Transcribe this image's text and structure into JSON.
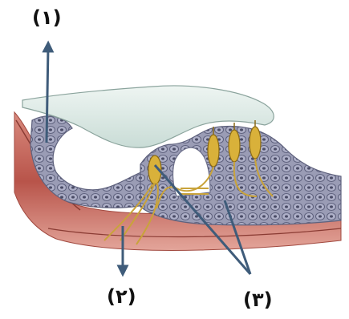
{
  "labels": {
    "one": "(۱)",
    "two": "(۲)",
    "three": "(۳)"
  },
  "colors": {
    "tectorial_membrane": "#dbe8e4",
    "basilar_membrane": "#c86a5e",
    "supporting_cells": "#8c8fa9",
    "hair_cells": "#d9b13a",
    "nerve_fibers": "#c9a33a",
    "arrow": "#3f5c7a"
  }
}
